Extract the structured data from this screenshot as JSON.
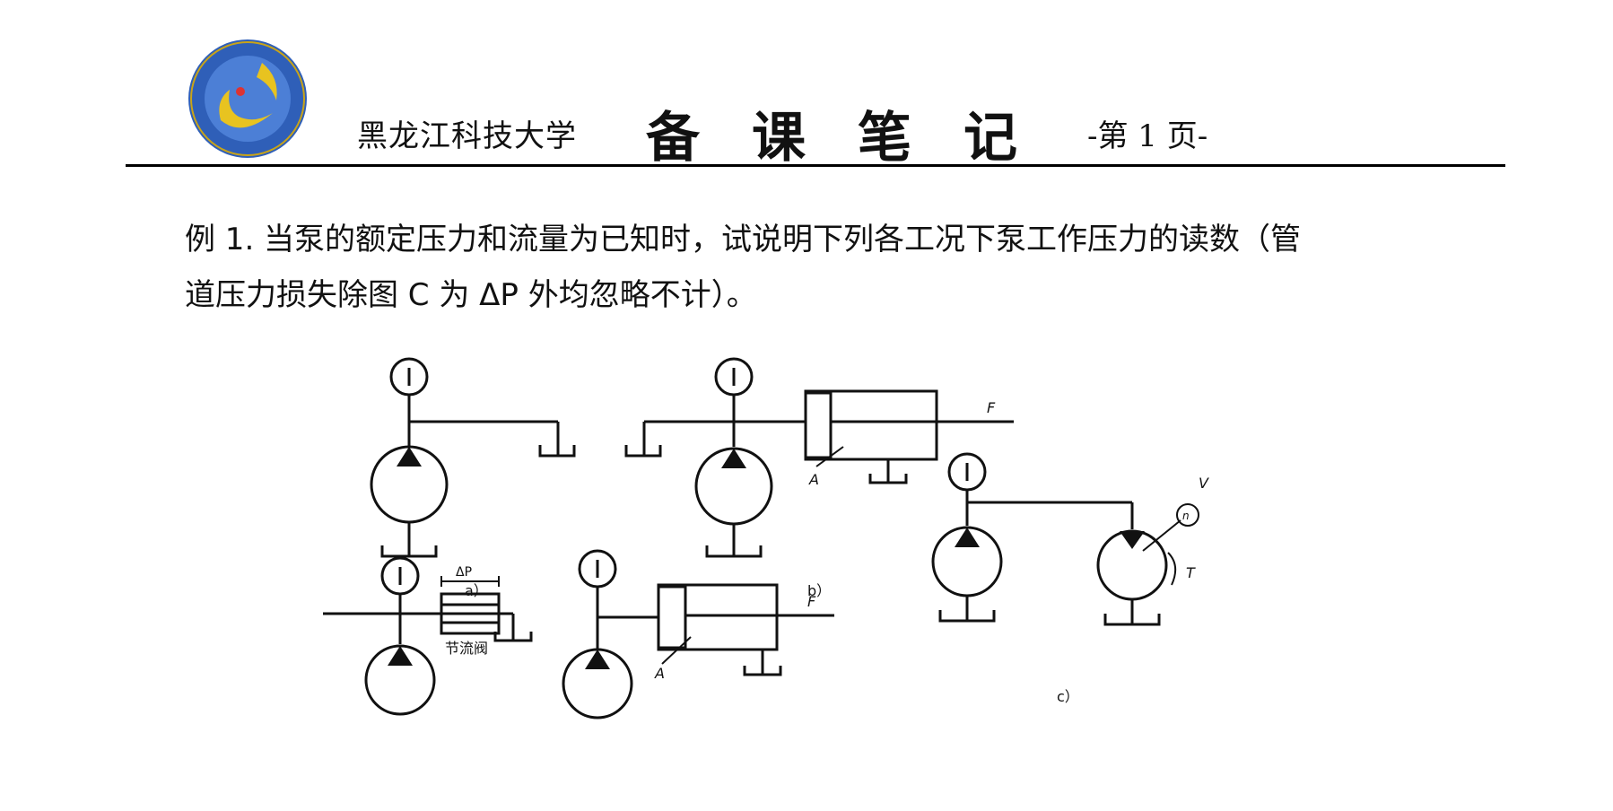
{
  "header": {
    "university": "黑龙江科技大学",
    "notes_title": "备课笔记",
    "page_number": "-第 1 页-",
    "logo_icon": "university-seal-icon"
  },
  "question": {
    "line1": "例 1. 当泵的额定压力和流量为已知时，试说明下列各工况下泵工作压力的读数（管",
    "line2": "道压力损失除图 C 为 ΔP 外均忽略不计）。"
  },
  "figure": {
    "label_a": "a）",
    "label_b": "b）",
    "label_c": "c）",
    "load_force": "F",
    "piston_area": "A",
    "motor_displacement": "V",
    "motor_speed": "n",
    "motor_torque": "T",
    "pressure_drop": "ΔP",
    "throttle_valve": "节流阀"
  },
  "colors": {
    "ink": "#111111",
    "logo_blue": "#2f5fb8",
    "logo_gold": "#e8c320"
  }
}
